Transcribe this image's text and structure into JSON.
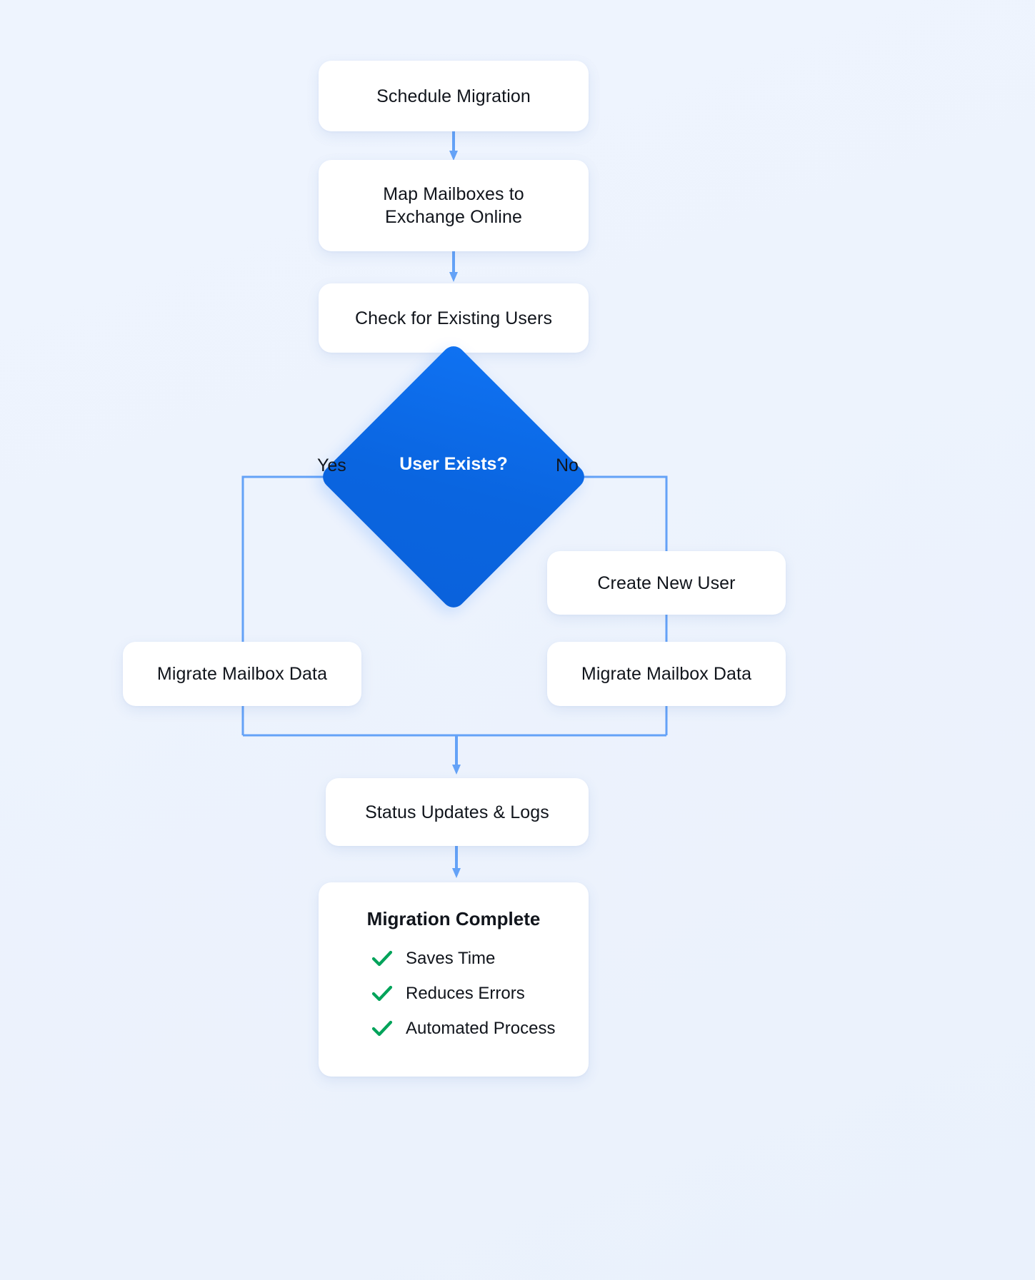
{
  "diagram": {
    "title": "Mailbox Migration Automation Flowchart",
    "background_color": "#eef4fe",
    "accent_blue": "#0d6efd",
    "edge_blue": "#64a2f7",
    "check_green": "#00a35a",
    "nodes": [
      {
        "id": "schedule",
        "label": "Schedule  Migration",
        "type": "process"
      },
      {
        "id": "map",
        "label_line1": "Map Mailboxes to",
        "label_line2": "Exchange Online",
        "type": "process"
      },
      {
        "id": "check",
        "label": "Check for Existing Users",
        "type": "process"
      },
      {
        "id": "decision",
        "label_line1": "User",
        "label_line2": "Exists?",
        "type": "decision"
      },
      {
        "id": "create",
        "label": "Create New User",
        "type": "process"
      },
      {
        "id": "migrate_left",
        "label": "Migrate Mailbox Data",
        "type": "process"
      },
      {
        "id": "migrate_right",
        "label": "Migrate Mailbox Data",
        "type": "process"
      },
      {
        "id": "status",
        "label": "Status Updates & Logs",
        "type": "process"
      },
      {
        "id": "complete",
        "label": "Migration Complete",
        "type": "terminal"
      }
    ],
    "branch_labels": {
      "yes": "Yes",
      "no": "No"
    },
    "benefits": [
      {
        "icon": "check-icon",
        "label": "Saves Time"
      },
      {
        "icon": "check-icon",
        "label": "Reduces Errors"
      },
      {
        "icon": "check-icon",
        "label": "Automated Process"
      }
    ]
  }
}
